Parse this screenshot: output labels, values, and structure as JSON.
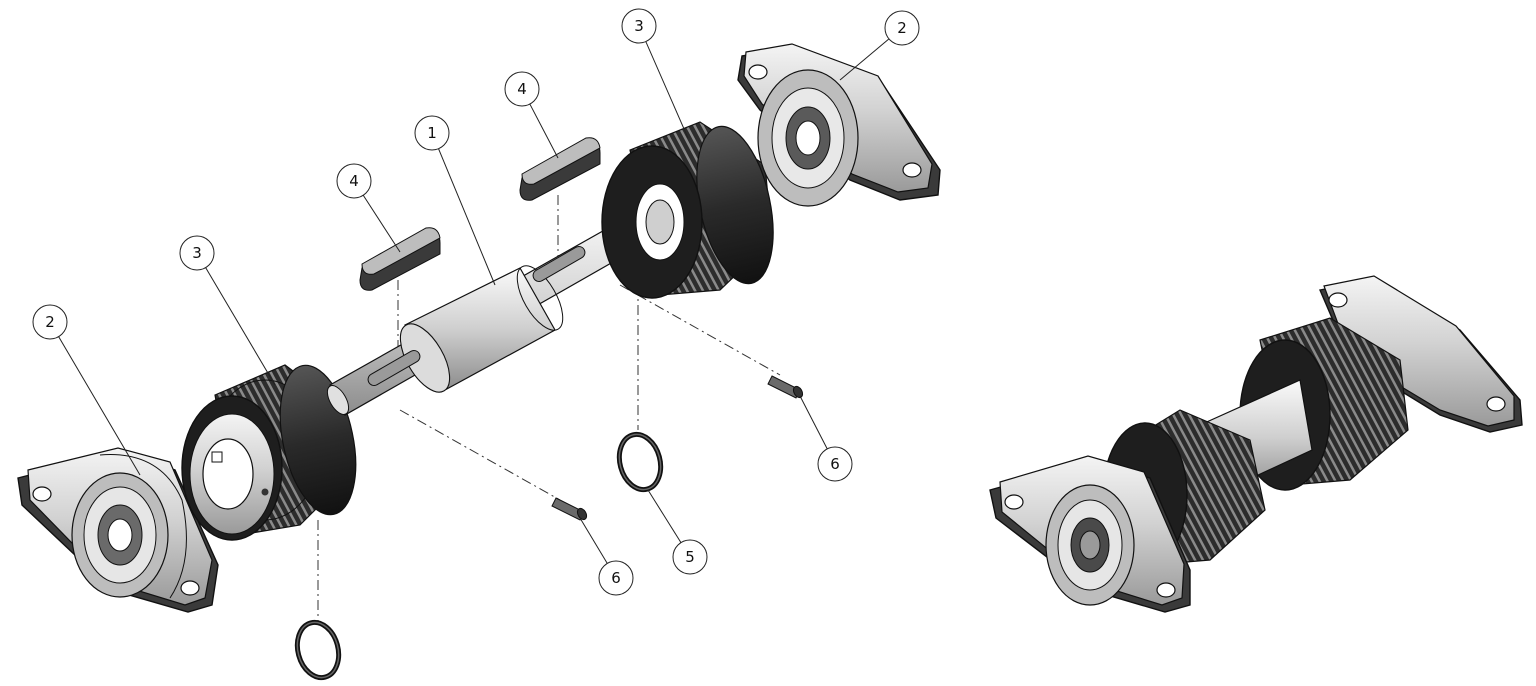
{
  "colors": {
    "outline": "#111111",
    "metal": "#d4d4d4",
    "metal_dark": "#8a8a8a",
    "pulley": "#1c1c1c",
    "leader": "#222222"
  },
  "callouts": [
    {
      "id": "c1",
      "label": "1"
    },
    {
      "id": "c2a",
      "label": "2"
    },
    {
      "id": "c2b",
      "label": "2"
    },
    {
      "id": "c3a",
      "label": "3"
    },
    {
      "id": "c3b",
      "label": "3"
    },
    {
      "id": "c4a",
      "label": "4"
    },
    {
      "id": "c4b",
      "label": "4"
    },
    {
      "id": "c5",
      "label": "5"
    },
    {
      "id": "c6a",
      "label": "6"
    },
    {
      "id": "c6b",
      "label": "6"
    }
  ]
}
